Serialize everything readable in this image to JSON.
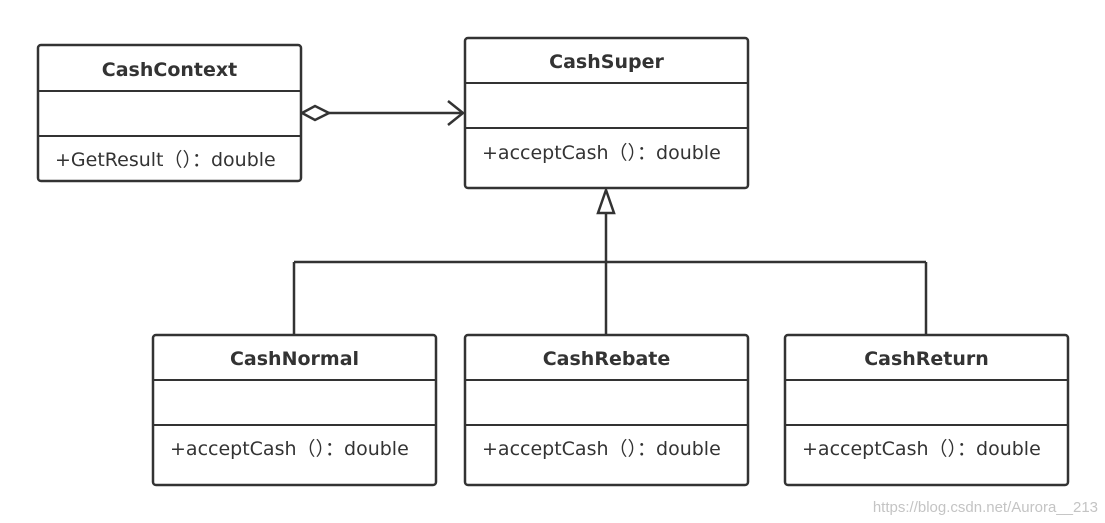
{
  "diagram": {
    "classes": {
      "context": {
        "name": "CashContext",
        "attributes": "",
        "method": "+GetResult（）：double"
      },
      "super": {
        "name": "CashSuper",
        "attributes": "",
        "method": "+acceptCash（）：double"
      },
      "normal": {
        "name": "CashNormal",
        "attributes": "",
        "method": "+acceptCash（）：double"
      },
      "rebate": {
        "name": "CashRebate",
        "attributes": "",
        "method": "+acceptCash（）：double"
      },
      "return": {
        "name": "CashReturn",
        "attributes": "",
        "method": "+acceptCash（）：double"
      }
    },
    "relationships": [
      {
        "type": "aggregation",
        "from": "CashContext",
        "to": "CashSuper"
      },
      {
        "type": "generalization",
        "from": "CashNormal",
        "to": "CashSuper"
      },
      {
        "type": "generalization",
        "from": "CashRebate",
        "to": "CashSuper"
      },
      {
        "type": "generalization",
        "from": "CashReturn",
        "to": "CashSuper"
      }
    ]
  },
  "watermark": "https://blog.csdn.net/Aurora__213",
  "colors": {
    "stroke": "#333333",
    "text": "#333333",
    "background": "#ffffff",
    "watermark": "#c4c4c4"
  }
}
